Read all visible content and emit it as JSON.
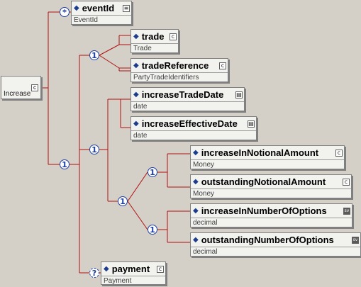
{
  "root": {
    "label": "Increase",
    "badge": "c"
  },
  "connectors": {
    "event_id": "*",
    "top_choice": "1",
    "trade_choice": "1",
    "right_choice": "1",
    "date_sequence": "1",
    "notional_choice": "1",
    "options_choice": "1",
    "payment": "?"
  },
  "elements": {
    "eventId": {
      "name": "eventId",
      "type": "EventId",
      "badge": "≡"
    },
    "trade": {
      "name": "trade",
      "type": "Trade",
      "badge": "c"
    },
    "tradeReference": {
      "name": "tradeReference",
      "type": "PartyTradeIdentifiers",
      "badge": "c"
    },
    "increaseTradeDate": {
      "name": "increaseTradeDate",
      "type": "date",
      "badge": "▤"
    },
    "increaseEffectiveDate": {
      "name": "increaseEffectiveDate",
      "type": "date",
      "badge": "▤"
    },
    "increaseInNotionalAmount": {
      "name": "increaseInNotionalAmount",
      "type": "Money",
      "badge": "c"
    },
    "outstandingNotionalAmount": {
      "name": "outstandingNotionalAmount",
      "type": "Money",
      "badge": "c"
    },
    "increaseInNumberOfOptions": {
      "name": "increaseInNumberOfOptions",
      "type": "decimal",
      "badge": "sv"
    },
    "outstandingNumberOfOptions": {
      "name": "outstandingNumberOfOptions",
      "type": "decimal",
      "badge": "sv"
    },
    "payment": {
      "name": "payment",
      "type": "Payment",
      "badge": "c"
    }
  },
  "colors": {
    "line": "#b01010",
    "connector": "#1f3fa0",
    "background": "#d4d0c8"
  }
}
